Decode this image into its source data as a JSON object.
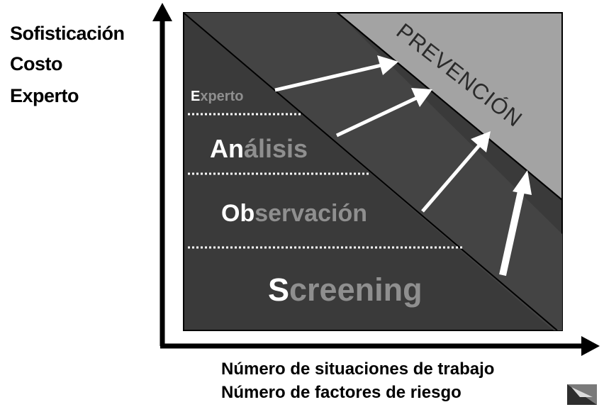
{
  "y_axis": {
    "labels": [
      "Sofisticación",
      "Costo",
      "Experto"
    ]
  },
  "x_axis": {
    "labels": [
      "Número de situaciones de trabajo",
      "Número de factores de riesgo"
    ]
  },
  "levels": {
    "experto": {
      "highlight": "E",
      "rest": "xperto"
    },
    "analisis": {
      "highlight": "An",
      "rest": "álisis"
    },
    "observacion": {
      "highlight": "Ob",
      "rest": "servación"
    },
    "screening": {
      "highlight": "S",
      "rest": "creening"
    }
  },
  "zone_label": "PREVENCIÓN",
  "colors": {
    "box_fill": "#3a3a3a",
    "prevention_fill": "#a3a3a3",
    "axis": "#000000",
    "arrow": "#ffffff",
    "level_text_dim": "#8f8f8f",
    "level_text_bright": "#ffffff"
  },
  "icons": {
    "corner_logo": "slide-logo-icon"
  }
}
